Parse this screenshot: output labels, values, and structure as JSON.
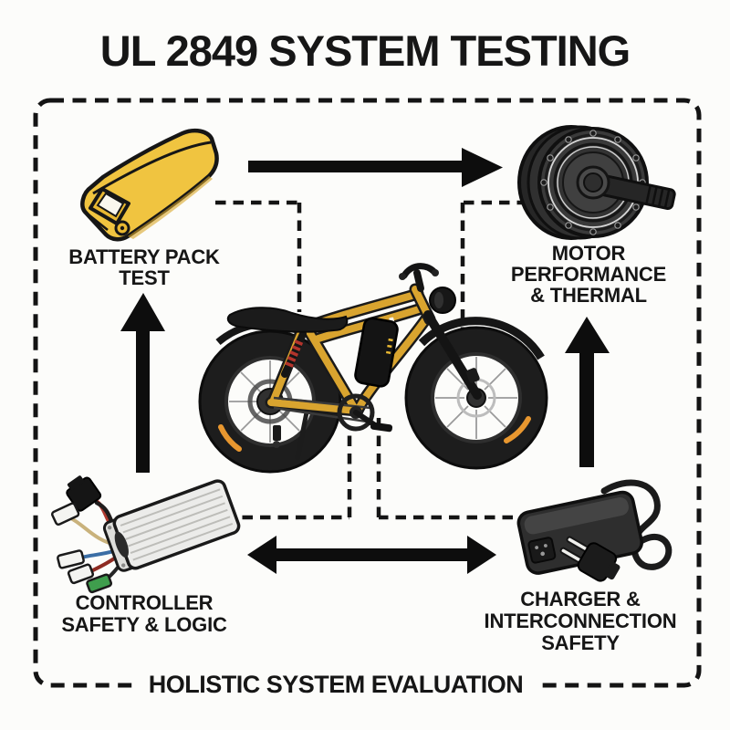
{
  "title": "UL 2849 SYSTEM TESTING",
  "footer": "HOLISTIC SYSTEM EVALUATION",
  "nodes": {
    "battery": {
      "lines": [
        "BATTERY PACK",
        "TEST"
      ]
    },
    "motor": {
      "lines": [
        "MOTOR",
        "PERFORMANCE",
        "& THERMAL"
      ]
    },
    "controller": {
      "lines": [
        "CONTROLLER",
        "SAFETY & LOGIC"
      ]
    },
    "charger": {
      "lines": [
        "CHARGER &",
        "INTERCONNECTION",
        "SAFETY"
      ]
    }
  },
  "icons": {
    "battery": "battery-pack-icon",
    "motor": "hub-motor-icon",
    "center": "ebike-icon",
    "controller": "controller-icon",
    "charger": "charger-plug-icon",
    "arrows": [
      "arrow-battery-to-motor",
      "arrow-controller-to-battery",
      "arrow-charger-to-motor",
      "arrow-controller-charger-bidirectional"
    ]
  },
  "colors": {
    "background": "#FCFCFA",
    "ink": "#141414",
    "battery_yellow": "#F0C440",
    "bike_gold": "#D9A42F",
    "wire_red": "#B03A30",
    "wire_blue": "#3B6EA5",
    "wire_green": "#3F9E4D",
    "wire_tan": "#C9B27C",
    "reflector_orange": "#E8972F"
  }
}
